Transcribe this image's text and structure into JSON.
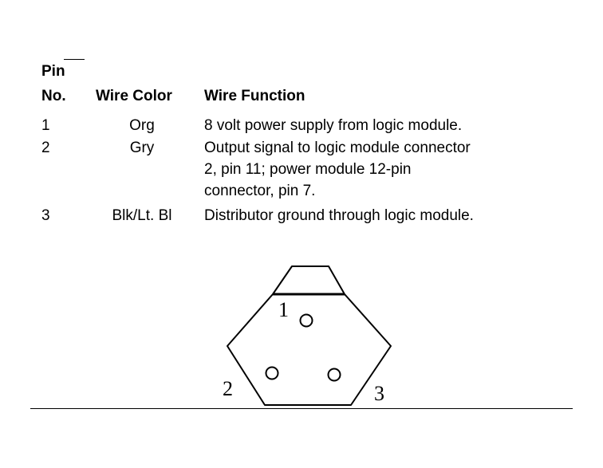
{
  "table": {
    "headers": {
      "pin_line1": "Pin",
      "pin_line2": "No.",
      "wire_color": "Wire Color",
      "wire_function": "Wire Function"
    },
    "rows": [
      {
        "pin": "1",
        "color": "Org",
        "function_lines": [
          "8 volt power supply from logic module."
        ]
      },
      {
        "pin": "2",
        "color": "Gry",
        "function_lines": [
          "Output signal to logic module connector",
          "2, pin 11; power module 12-pin",
          "connector, pin 7."
        ]
      },
      {
        "pin": "3",
        "color": "Blk/Lt. Bl",
        "function_lines": [
          "Distributor ground through logic module."
        ]
      }
    ]
  },
  "diagram": {
    "pin_labels": [
      "1",
      "2",
      "3"
    ]
  }
}
